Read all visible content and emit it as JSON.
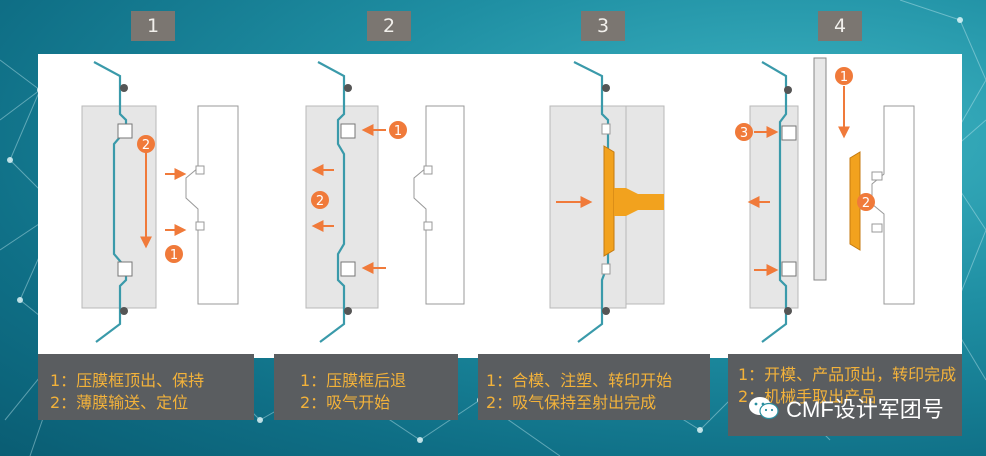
{
  "steps": [
    {
      "badge": "1",
      "line1": "1：压膜框顶出、保持",
      "line2": "2：薄膜输送、定位"
    },
    {
      "badge": "2",
      "line1": "1：压膜框后退",
      "line2": "2：吸气开始"
    },
    {
      "badge": "3",
      "line1": "1：合模、注塑、转印开始",
      "line2": "2：吸气保持至射出完成"
    },
    {
      "badge": "4",
      "line1": "1：开模、产品顶出，转印完成",
      "line2": "2：机械手取出产品"
    }
  ],
  "watermark": "CMF设计军团号",
  "markers": {
    "m1": "1",
    "m2": "2",
    "m3": "3"
  },
  "colors": {
    "orange": "#f07a3a",
    "film": "#3a9aaa",
    "mold": "#e6e6e6",
    "product": "#f2a21e"
  }
}
